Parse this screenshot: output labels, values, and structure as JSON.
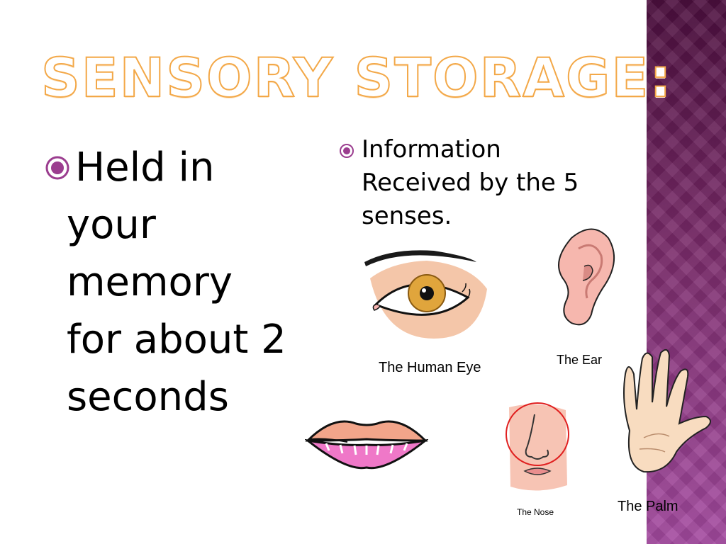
{
  "slide": {
    "title": "Sensory Storage:",
    "main_bullet": {
      "lines": [
        "Held in",
        "your",
        "memory",
        "for about 2",
        "seconds"
      ]
    },
    "side_bullet": {
      "lines": [
        "Information",
        "Received by the 5",
        "senses."
      ]
    },
    "captions": {
      "eye": "The Human Eye",
      "ear": "The Ear",
      "nose": "The Nose",
      "palm": "The Palm"
    },
    "colors": {
      "accent_bullet": "#9b3d8f",
      "title_stroke": "#f3a848",
      "band_dark": "#4c0f3e",
      "band_light": "#a44aa0"
    }
  }
}
